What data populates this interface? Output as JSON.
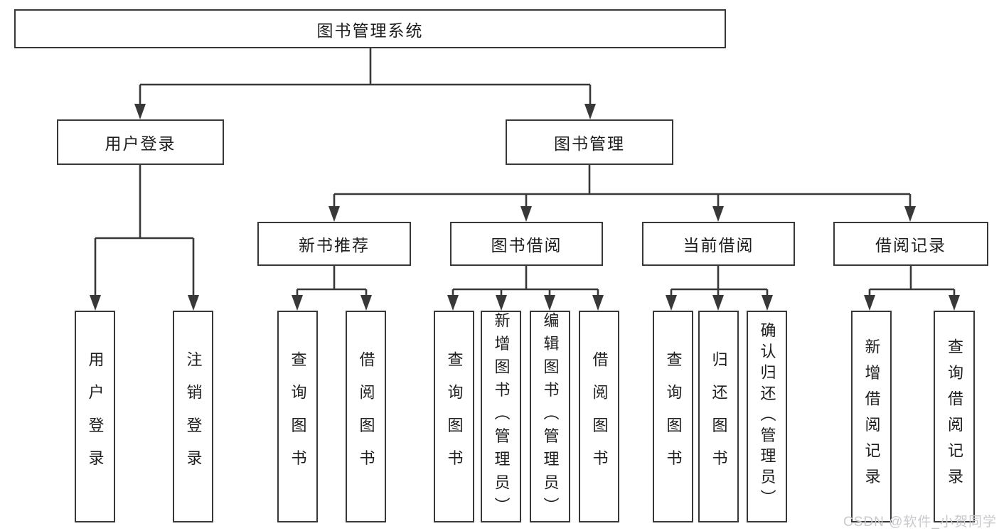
{
  "diagram": {
    "root": {
      "label": "图书管理系统"
    },
    "level2": {
      "user_login": "用户登录",
      "book_management": "图书管理"
    },
    "level3": {
      "new_book": "新书推荐",
      "book_borrow": "图书借阅",
      "current_borrow": "当前借阅",
      "borrow_records": "借阅记录"
    },
    "leaves": {
      "user_login": "用户登录",
      "logout": "注销登录",
      "nb_query": "查询图书",
      "nb_borrow": "借阅图书",
      "bb_query": "查询图书",
      "bb_add": "新增图书（管理员）",
      "bb_edit": "编辑图书（管理员）",
      "bb_borrow": "借阅图书",
      "cb_query": "查询图书",
      "cb_return": "归还图书",
      "cb_confirm": "确认归还（管理员）",
      "br_add": "新增借阅记录",
      "br_query": "查询借阅记录"
    },
    "tree": [
      {
        "parent": "图书管理系统",
        "children": [
          "用户登录",
          "图书管理"
        ]
      },
      {
        "parent": "用户登录",
        "children": [
          "用户登录",
          "注销登录"
        ]
      },
      {
        "parent": "图书管理",
        "children": [
          "新书推荐",
          "图书借阅",
          "当前借阅",
          "借阅记录"
        ]
      },
      {
        "parent": "新书推荐",
        "children": [
          "查询图书",
          "借阅图书"
        ]
      },
      {
        "parent": "图书借阅",
        "children": [
          "查询图书",
          "新增图书（管理员）",
          "编辑图书（管理员）",
          "借阅图书"
        ]
      },
      {
        "parent": "当前借阅",
        "children": [
          "查询图书",
          "归还图书",
          "确认归还（管理员）"
        ]
      },
      {
        "parent": "借阅记录",
        "children": [
          "新增借阅记录",
          "查询借阅记录"
        ]
      }
    ],
    "colors": {
      "line": "#383838",
      "text": "#1e1e1e",
      "background": "#ffffff",
      "watermark": "#c9c9cd"
    }
  },
  "watermark": {
    "text": "CSDN @软件_小贺同学"
  }
}
